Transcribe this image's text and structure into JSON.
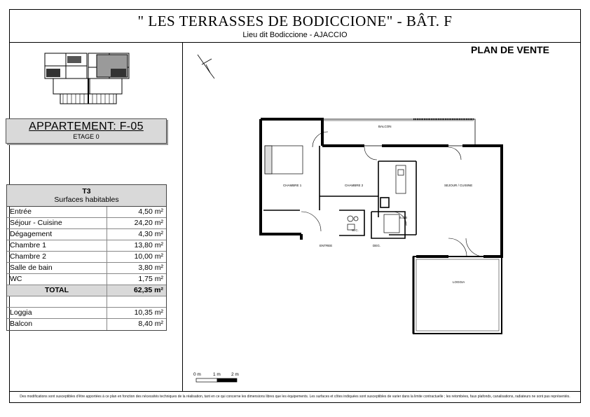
{
  "header": {
    "title": "\" LES TERRASSES DE BODICCIONE\" - BÂT. F",
    "subtitle": "Lieu dit Bodiccione - AJACCIO"
  },
  "plan_label": "PLAN DE VENTE",
  "apartment": {
    "title": "APPARTEMENT: F-05",
    "floor": "ETAGE 0"
  },
  "surfaces": {
    "type": "T3",
    "heading": "Surfaces habitables",
    "rows": [
      {
        "label": "Entrée",
        "value": "4,50 m²"
      },
      {
        "label": "Séjour - Cuisine",
        "value": "24,20 m²"
      },
      {
        "label": "Dégagement",
        "value": "4,30 m²"
      },
      {
        "label": "Chambre 1",
        "value": "13,80 m²"
      },
      {
        "label": "Chambre 2",
        "value": "10,00 m²"
      },
      {
        "label": "Salle de bain",
        "value": "3,80 m²"
      },
      {
        "label": "WC",
        "value": "1,75 m²"
      }
    ],
    "total_label": "TOTAL",
    "total_value": "62,35 m²",
    "extras": [
      {
        "label": "Loggia",
        "value": "10,35 m²"
      },
      {
        "label": "Balcon",
        "value": "8,40 m²"
      }
    ]
  },
  "rooms": {
    "balcon": "BALCON",
    "chambre1": "CHAMBRE 1",
    "chambre2": "CHAMBRE 2",
    "sejour": "SEJOUR / CUISINE",
    "entree": "ENTREE",
    "deg": "DEG.",
    "wc": "W.C.",
    "sdb": "S.d.B",
    "loggia": "LOGGIA"
  },
  "scale": {
    "s0": "0 m",
    "s1": "1 m",
    "s2": "2 m"
  },
  "footer": "Des modifications sont susceptibles d'être apportées à ce plan en fonction des nécessités techniques de la réalisation, tant en ce qui concerne les dimensions libres que les équipements. Les surfaces et côtes indiquées sont susceptibles de varier dans la limite contractuelle ; les retombées, faux plafonds, canalisations, radiateurs ne sont pas représentés."
}
